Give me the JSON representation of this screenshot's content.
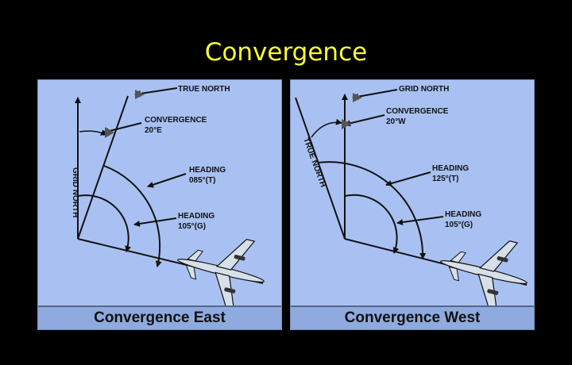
{
  "title": "Convergence",
  "panels": [
    {
      "caption": "Convergence East",
      "labels": {
        "true_north": "TRUE NORTH",
        "grid_north": "GRID NORTH",
        "convergence_1": "CONVERGENCE",
        "convergence_2": "20°E",
        "heading_t_1": "HEADING",
        "heading_t_2": "085°(T)",
        "heading_g_1": "HEADING",
        "heading_g_2": "105°(G)"
      }
    },
    {
      "caption": "Convergence West",
      "labels": {
        "grid_north": "GRID NORTH",
        "true_north": "TRUE NORTH",
        "convergence_1": "CONVERGENCE",
        "convergence_2": "20°W",
        "heading_t_1": "HEADING",
        "heading_t_2": "125°(T)",
        "heading_g_1": "HEADING",
        "heading_g_2": "105°(G)"
      }
    }
  ],
  "colors": {
    "background": "#000000",
    "title": "#ffff33",
    "panel": "#a9c1f2",
    "caption_bar": "#8faade",
    "ink": "#111111"
  }
}
